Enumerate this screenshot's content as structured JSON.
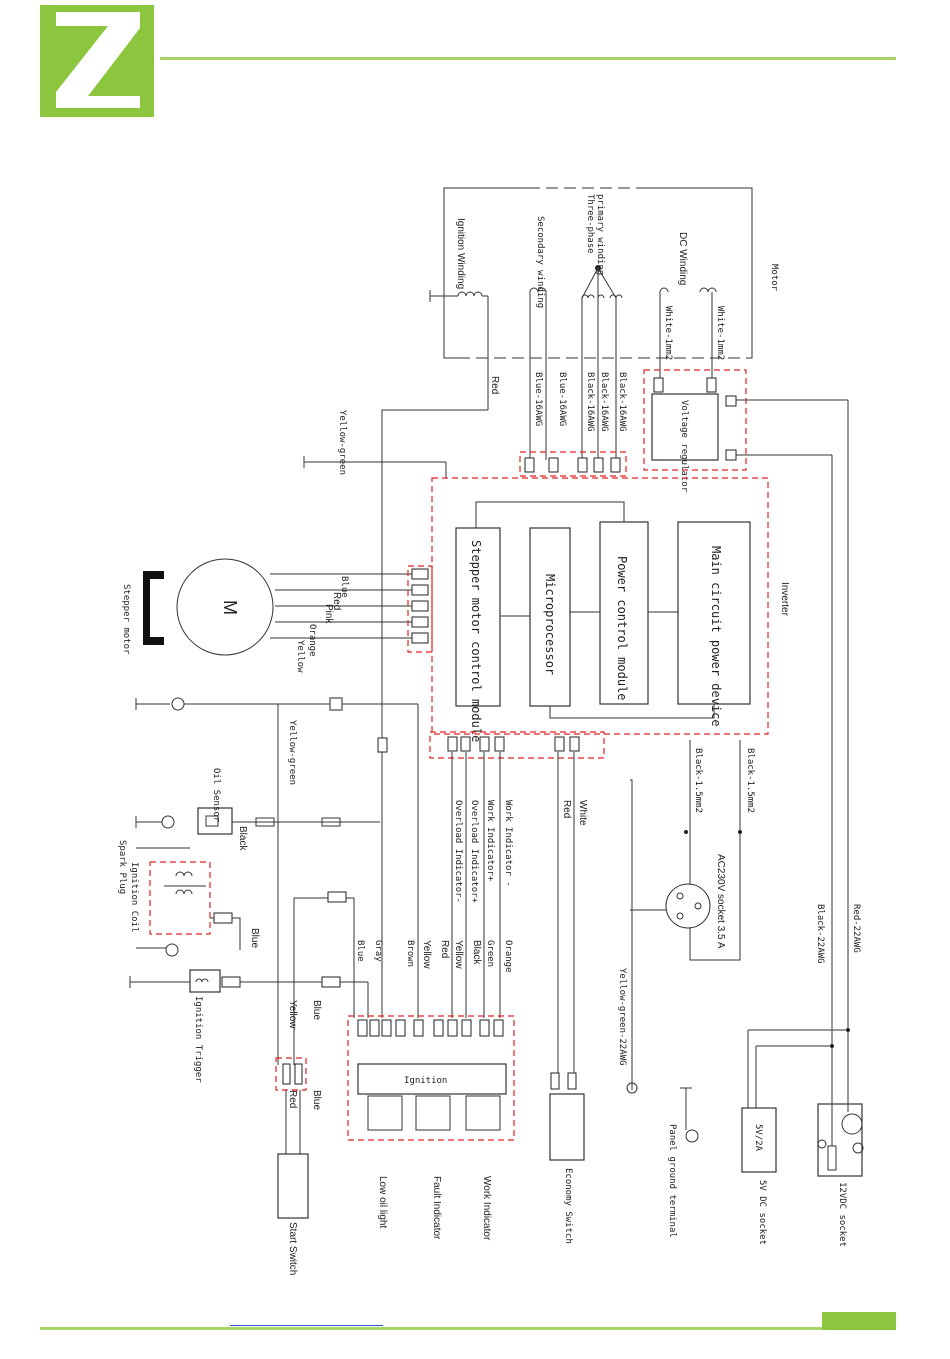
{
  "colors": {
    "brand_green": "#8cc63f",
    "divider_green": "#a9d46a",
    "dashed_red": "#e02424",
    "line": "#333333"
  },
  "logo": {
    "icon": "z-logo-icon"
  },
  "motor": {
    "label": "Motor",
    "ignition_winding": "Ignition Winding",
    "secondary_winding": "Secondary winding",
    "three_phase": "Three-phase",
    "primary_winding": "primary winding",
    "dc_winding": "DC Winding",
    "white1": "White-1mm2",
    "white2": "White-1mm2"
  },
  "wires": {
    "red": "Red",
    "yellow_green_top": "Yellow-green",
    "blue16a": "Blue-16AWG",
    "blue16b": "Blue-16AWG",
    "black16a": "Black-16AWG",
    "black16b": "Black-16AWG",
    "black16c": "Black-16AWG",
    "yellow_green_mid": "Yellow-green",
    "black15a": "Black-1.5mm2",
    "black15b": "Black-1.5mm2",
    "red22": "Red-22AWG",
    "black22": "Black-22AWG",
    "yg22": "Yellow-green-22AWG",
    "white": "White",
    "red_econ": "Red",
    "black_oil": "Black",
    "blue_coil": "Blue",
    "blue_trig": "Blue",
    "yellow_trig": "Yellow",
    "blue_start": "Blue",
    "red_start": "Red"
  },
  "voltage_regulator": "Voltage regulator",
  "inverter": {
    "label": "Inverter",
    "stepper_module": "Stepper motor control module",
    "microprocessor": "Microprocessor",
    "power_control": "Power control module",
    "main_power": "Main circuit power device"
  },
  "stepper": {
    "label": "Stepper motor",
    "m": "M",
    "wires": [
      "Blue",
      "Red",
      "Pink",
      "Orange",
      "Yellow"
    ]
  },
  "indicators": {
    "work_minus": "Work Indicator -",
    "work_plus": "Work Indicator+",
    "overload_plus": "Overload Indicator+",
    "overload_minus": "Overload Indicator-"
  },
  "ac_socket": "AC230V socket 3.5 A",
  "oil_sensor": "Oil Sensor",
  "spark_plug": "Spark Plug",
  "ignition_coil": "Ignition Coil",
  "ignition_trigger": "Ignition Trigger",
  "ignition_wires": [
    "Gray",
    "Blue",
    "Brown",
    "Yellow",
    "Red",
    "Yellow",
    "Black",
    "Green",
    "Orange"
  ],
  "ignition_module": "Ignition",
  "outputs": {
    "low_oil": "Low oil light",
    "fault": "Fault Indicator",
    "work": "Work Indicator"
  },
  "start_switch": "Start Switch",
  "economy_switch": "Economy Switch",
  "panel_ground": "Panel ground terminal",
  "dc5v": {
    "box": "5V/2A",
    "label": "5V DC socket"
  },
  "dc12v": {
    "label": "12VDC socket"
  }
}
